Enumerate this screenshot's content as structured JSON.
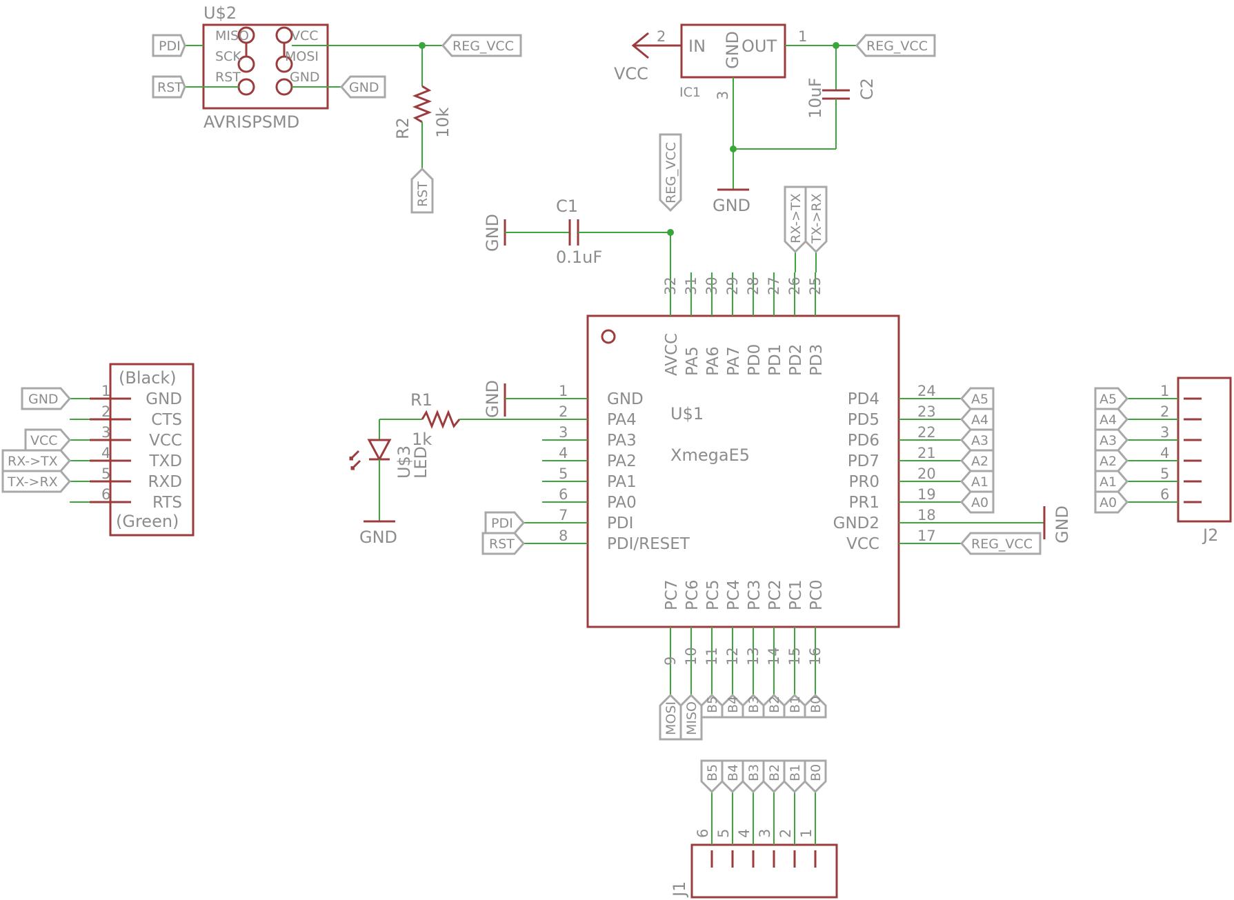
{
  "u2": {
    "ref": "U$2",
    "value": "AVRISPSMD",
    "pins": [
      "MISO",
      "VCC",
      "SCK",
      "MOSI",
      "RST",
      "GND"
    ],
    "flags": [
      "PDI",
      "RST",
      "REG_VCC",
      "GND"
    ]
  },
  "r2": {
    "ref": "R2",
    "value": "10k",
    "flag": "RST"
  },
  "ic1": {
    "ref": "IC1",
    "pin_in": "IN",
    "pin_out": "OUT",
    "pin_gnd": "GND",
    "pin_num_in": "2",
    "pin_num_out": "1",
    "pin_num_gnd": "3",
    "vcc": "VCC",
    "out_flag": "REG_VCC",
    "gnd": "GND"
  },
  "c2": {
    "ref": "C2",
    "value": "10uF"
  },
  "c1": {
    "ref": "C1",
    "value": "0.1uF",
    "gnd": "GND",
    "flag": "REG_VCC"
  },
  "tx_flags": [
    "RX->TX",
    "TX->RX"
  ],
  "u1": {
    "ref": "U$1",
    "value": "XmegaE5",
    "top_pins": [
      {
        "num": "32",
        "name": "AVCC"
      },
      {
        "num": "31",
        "name": "PA5"
      },
      {
        "num": "30",
        "name": "PA6"
      },
      {
        "num": "29",
        "name": "PA7"
      },
      {
        "num": "28",
        "name": "PD0"
      },
      {
        "num": "27",
        "name": "PD1"
      },
      {
        "num": "26",
        "name": "PD2"
      },
      {
        "num": "25",
        "name": "PD3"
      }
    ],
    "left_pins": [
      {
        "num": "1",
        "name": "GND"
      },
      {
        "num": "2",
        "name": "PA4"
      },
      {
        "num": "3",
        "name": "PA3"
      },
      {
        "num": "4",
        "name": "PA2"
      },
      {
        "num": "5",
        "name": "PA1"
      },
      {
        "num": "6",
        "name": "PA0"
      },
      {
        "num": "7",
        "name": "PDI"
      },
      {
        "num": "8",
        "name": "PDI/RESET"
      }
    ],
    "right_pins": [
      {
        "num": "24",
        "name": "PD4"
      },
      {
        "num": "23",
        "name": "PD5"
      },
      {
        "num": "22",
        "name": "PD6"
      },
      {
        "num": "21",
        "name": "PD7"
      },
      {
        "num": "20",
        "name": "PR0"
      },
      {
        "num": "19",
        "name": "PR1"
      },
      {
        "num": "18",
        "name": "GND2"
      },
      {
        "num": "17",
        "name": "VCC"
      }
    ],
    "bottom_pins": [
      {
        "num": "9",
        "name": "PC7"
      },
      {
        "num": "10",
        "name": "PC6"
      },
      {
        "num": "11",
        "name": "PC5"
      },
      {
        "num": "12",
        "name": "PC4"
      },
      {
        "num": "13",
        "name": "PC3"
      },
      {
        "num": "14",
        "name": "PC2"
      },
      {
        "num": "15",
        "name": "PC1"
      },
      {
        "num": "16",
        "name": "PC0"
      }
    ],
    "right_flags": [
      "A5",
      "A4",
      "A3",
      "A2",
      "A1",
      "A0"
    ],
    "right_gnd": "GND",
    "right_vcc_flag": "REG_VCC",
    "left_gnd": "GND",
    "left_flags": [
      "PDI",
      "RST"
    ],
    "bottom_flags": [
      "MOSI",
      "MISO",
      "B5",
      "B4",
      "B3",
      "B2",
      "B1",
      "B0"
    ]
  },
  "r1": {
    "ref": "R1",
    "value": "1k"
  },
  "u3": {
    "ref": "U$3",
    "value": "LED",
    "gnd": "GND"
  },
  "ftdi": {
    "header": "(Black)",
    "footer": "(Green)",
    "pins": [
      {
        "num": "1",
        "name": "GND"
      },
      {
        "num": "2",
        "name": "CTS"
      },
      {
        "num": "3",
        "name": "VCC"
      },
      {
        "num": "4",
        "name": "TXD"
      },
      {
        "num": "5",
        "name": "RXD"
      },
      {
        "num": "6",
        "name": "RTS"
      }
    ],
    "flags": [
      "GND",
      "VCC",
      "RX->TX",
      "TX->RX"
    ]
  },
  "j2": {
    "ref": "J2",
    "pins": [
      "1",
      "2",
      "3",
      "4",
      "5",
      "6"
    ],
    "flags": [
      "A5",
      "A4",
      "A3",
      "A2",
      "A1",
      "A0"
    ]
  },
  "j1": {
    "ref": "J1",
    "pins": [
      "6",
      "5",
      "4",
      "3",
      "2",
      "1"
    ],
    "flags": [
      "B5",
      "B4",
      "B3",
      "B2",
      "B1",
      "B0"
    ]
  }
}
